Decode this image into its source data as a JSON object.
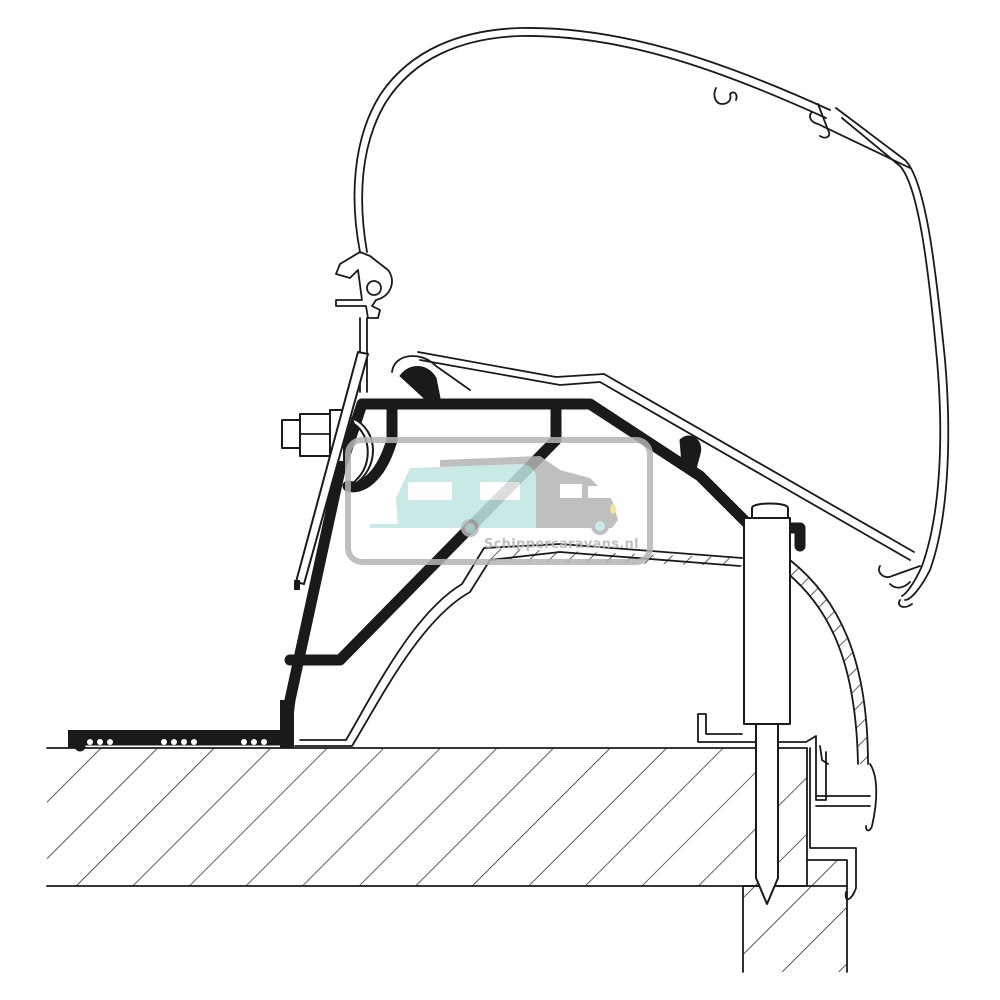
{
  "diagram": {
    "type": "technical cross-section drawing",
    "subject": "awning adapter rail mounted on caravan roof edge",
    "colors": {
      "line": "#1a1a1a",
      "background": "#ffffff",
      "watermark_gray": "#b4b4b4",
      "watermark_teal": "#bfe6e2",
      "watermark_headlight": "#f3e08a"
    },
    "parts": [
      {
        "id": "awning-cassette",
        "label": "Awning cassette housing"
      },
      {
        "id": "adapter-profile",
        "label": "Adapter profile (black)"
      },
      {
        "id": "mounting-bolt",
        "label": "Bolt with nut and washer"
      },
      {
        "id": "gutter-rail",
        "label": "Roof edge rail"
      },
      {
        "id": "screw",
        "label": "Mounting screw"
      },
      {
        "id": "roof-panel",
        "label": "Roof panel (hatched)"
      },
      {
        "id": "wall-panel",
        "label": "Side wall (hatched)"
      }
    ]
  },
  "watermark": {
    "text": "Schippercaravans.nl",
    "icon": "caravan-and-camper-icon"
  }
}
